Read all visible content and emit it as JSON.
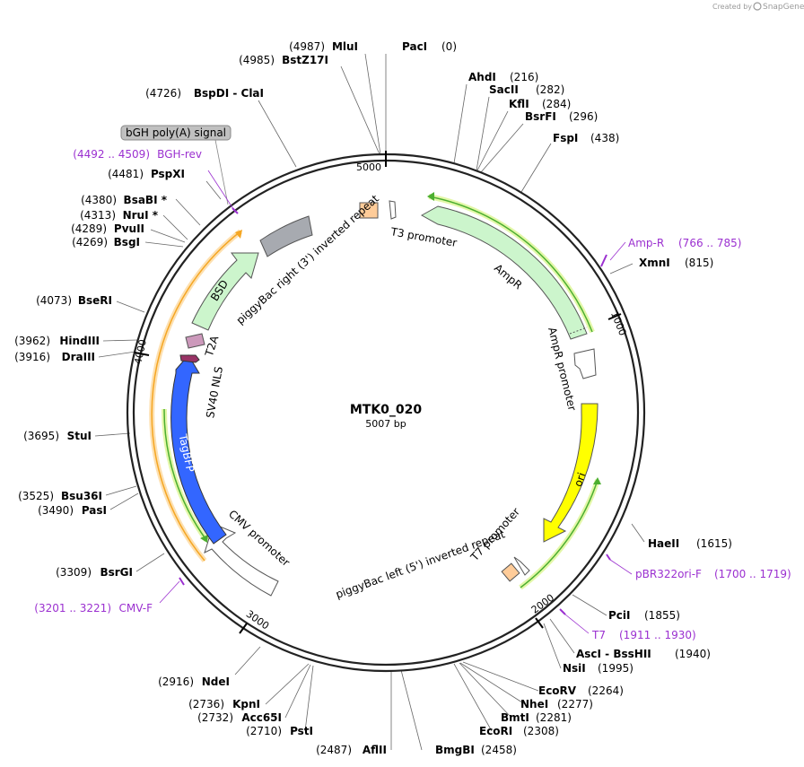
{
  "plasmid": {
    "name": "MTK0_020",
    "length": "5007 bp"
  },
  "branding": {
    "created_by": "Created by",
    "product": "SnapGene"
  },
  "ticks": [
    "5000",
    "1000",
    "2000",
    "3000",
    "4000"
  ],
  "sites_right": [
    {
      "name": "PacI",
      "pos": "(0)"
    },
    {
      "name": "AhdI",
      "pos": "(216)"
    },
    {
      "name": "SacII",
      "pos": "(282)"
    },
    {
      "name": "KflI",
      "pos": "(284)"
    },
    {
      "name": "BsrFI",
      "pos": "(296)"
    },
    {
      "name": "FspI",
      "pos": "(438)"
    },
    {
      "name": "XmnI",
      "pos": "(815)"
    },
    {
      "name": "HaeII",
      "pos": "(1615)"
    },
    {
      "name": "PciI",
      "pos": "(1855)"
    },
    {
      "name": "AscI - BssHII",
      "pos": "(1940)"
    },
    {
      "name": "NsiI",
      "pos": "(1995)"
    },
    {
      "name": "EcoRV",
      "pos": "(2264)"
    },
    {
      "name": "NheI",
      "pos": "(2277)"
    },
    {
      "name": "BmtI",
      "pos": "(2281)"
    },
    {
      "name": "EcoRI",
      "pos": "(2308)"
    },
    {
      "name": "BmgBI",
      "pos": "(2458)"
    }
  ],
  "sites_left": [
    {
      "name": "MluI",
      "pos": "(4987)"
    },
    {
      "name": "BstZ17I",
      "pos": "(4985)"
    },
    {
      "name": "BspDI - ClaI",
      "pos": "(4726)"
    },
    {
      "name": "PspXI",
      "pos": "(4481)"
    },
    {
      "name": "BsaBI *",
      "pos": "(4380)"
    },
    {
      "name": "NruI *",
      "pos": "(4313)"
    },
    {
      "name": "PvuII",
      "pos": "(4289)"
    },
    {
      "name": "BsgI",
      "pos": "(4269)"
    },
    {
      "name": "BseRI",
      "pos": "(4073)"
    },
    {
      "name": "HindIII",
      "pos": "(3962)"
    },
    {
      "name": "DraIII",
      "pos": "(3916)"
    },
    {
      "name": "StuI",
      "pos": "(3695)"
    },
    {
      "name": "Bsu36I",
      "pos": "(3525)"
    },
    {
      "name": "PasI",
      "pos": "(3490)"
    },
    {
      "name": "BsrGI",
      "pos": "(3309)"
    },
    {
      "name": "NdeI",
      "pos": "(2916)"
    },
    {
      "name": "KpnI",
      "pos": "(2736)"
    },
    {
      "name": "Acc65I",
      "pos": "(2732)"
    },
    {
      "name": "PstI",
      "pos": "(2710)"
    },
    {
      "name": "AflII",
      "pos": "(2487)"
    }
  ],
  "primers": [
    {
      "name": "Amp-R",
      "range": "(766 .. 785)"
    },
    {
      "name": "pBR322ori-F",
      "range": "(1700 .. 1719)"
    },
    {
      "name": "T7",
      "range": "(1911 .. 1930)"
    },
    {
      "name": "CMV-F",
      "range": "(3201 .. 3221)"
    },
    {
      "name": "BGH-rev",
      "range": "(4492 .. 4509)"
    }
  ],
  "features": {
    "bgh": "bGH poly(A) signal",
    "t3": "T3 promoter",
    "ampr": "AmpR",
    "ampr_promoter": "AmpR promoter",
    "ori": "ori",
    "t7_promoter": "T7 promoter",
    "pb_left": "piggyBac left (5') inverted repeat",
    "cmv": "CMV promoter",
    "tagbfp": "TagBFP",
    "sv40": "SV40 NLS",
    "t2a": "T2A",
    "bsd": "BSD",
    "pb_right": "piggyBac right (3') inverted repeat"
  },
  "colors": {
    "backbone": "#222222",
    "ampr": "#ccf5cc",
    "ori": "#ffff00",
    "tagbfp": "#3366ff",
    "bsd": "#ccf5cc",
    "t2a": "#cc99bb",
    "sv40": "#993366",
    "pb_repeat": "#a7aab0",
    "t3_t7_box": "#ffcc99",
    "primer": "#9b30d0",
    "orf_left": "#f5a623",
    "orf_green": "#4caf30"
  }
}
